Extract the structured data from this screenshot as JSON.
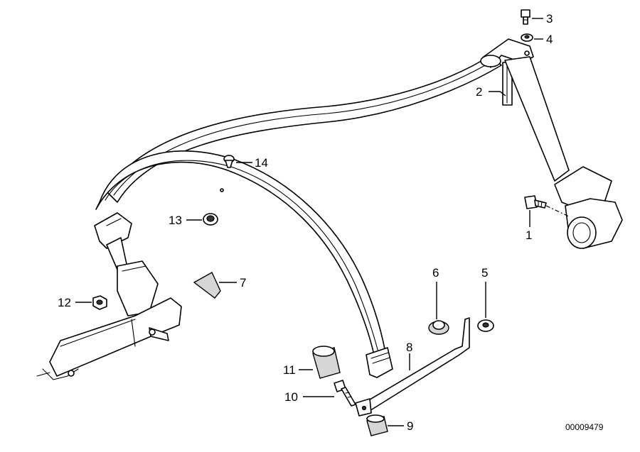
{
  "callouts": {
    "n1": "1",
    "n2": "2",
    "n3": "3",
    "n4": "4",
    "n5": "5",
    "n6": "6",
    "n7": "7",
    "n8": "8",
    "n9": "9",
    "n10": "10",
    "n11": "11",
    "n12": "12",
    "n13": "13",
    "n14": "14"
  },
  "drawing_code": "00009479"
}
